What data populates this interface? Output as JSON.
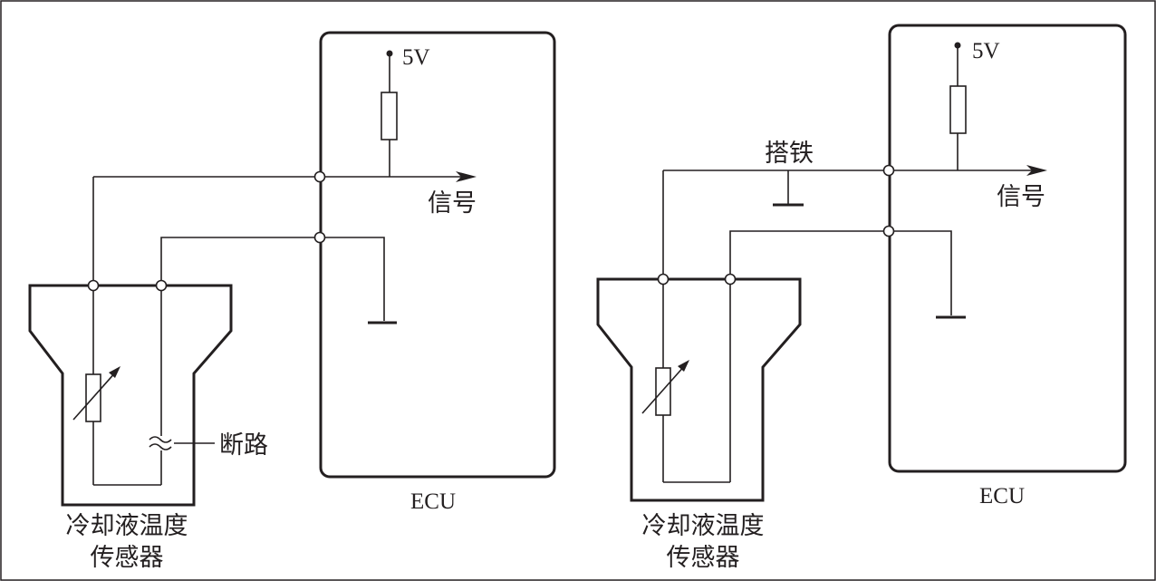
{
  "labels": {
    "supply_voltage": "5V",
    "signal": "信号",
    "open_circuit": "断路",
    "ground": "搭铁",
    "ecu": "ECU",
    "sensor_line1": "冷却液温度",
    "sensor_line2": "传感器"
  },
  "colors": {
    "line": "#231f20",
    "background": "#ffffff"
  }
}
